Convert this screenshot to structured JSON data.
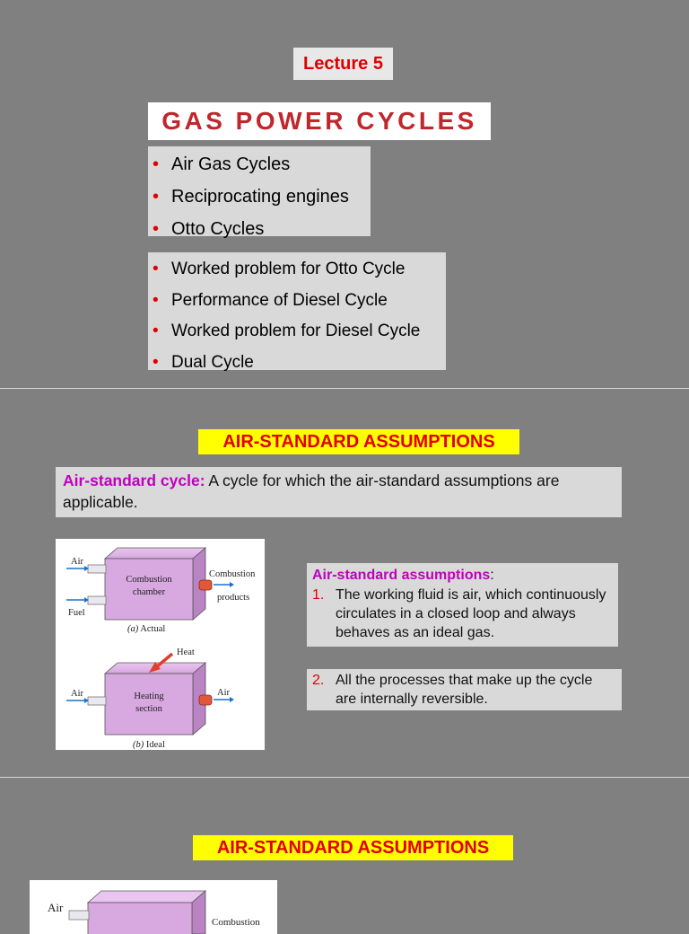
{
  "slide1": {
    "lecture_label": "Lecture 5",
    "title": "GAS POWER CYCLES",
    "list1": [
      "Air Gas Cycles",
      "Reciprocating engines",
      "Otto Cycles"
    ],
    "list2": [
      "Worked problem for Otto Cycle",
      "Performance of Diesel Cycle",
      "Worked problem for Diesel Cycle",
      "Dual Cycle"
    ],
    "bullet": "•"
  },
  "slide2": {
    "title": "AIR-STANDARD ASSUMPTIONS",
    "definition_term": "Air-standard cycle:",
    "definition_text": " A cycle for which the air-standard assumptions are applicable.",
    "assumptions_title": "Air-standard assumptions",
    "assumptions_colon": ":",
    "assumption1_num": "1.",
    "assumption1_text": "The working fluid is air, which continuously circulates in a closed loop and always behaves as an ideal gas.",
    "assumption2_num": "2.",
    "assumption2_text": "All the processes that make up the cycle are internally reversible.",
    "figure": {
      "actual": {
        "air": "Air",
        "fuel": "Fuel",
        "chamber_l1": "Combustion",
        "chamber_l2": "chamber",
        "products_l1": "Combustion",
        "products_l2": "products",
        "caption_a": "(a)",
        "caption_rest": " Actual"
      },
      "ideal": {
        "heat": "Heat",
        "air_in": "Air",
        "air_out": "Air",
        "section_l1": "Heating",
        "section_l2": "section",
        "caption_b": "(b)",
        "caption_rest": " Ideal"
      }
    }
  },
  "slide3": {
    "title": "AIR-STANDARD ASSUMPTIONS",
    "figure_air": "Air",
    "figure_combustion": "Combustion"
  },
  "colors": {
    "background": "#808080",
    "bullet_red": "#e00000",
    "title_red": "#c0272d",
    "magenta": "#c000c0",
    "highlight_yellow": "#ffff00",
    "box_gray": "#d9d9d9",
    "chamber_purple": "#d8a8e0"
  }
}
